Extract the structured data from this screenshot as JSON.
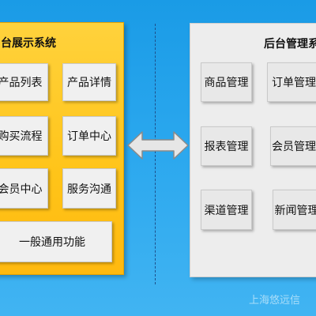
{
  "front_system": {
    "title": "台展示系统",
    "modules": [
      "产品列表",
      "产品详情",
      "购买流程",
      "订单中心",
      "会员中心",
      "服务沟通"
    ],
    "common": "一般通用功能"
  },
  "back_system": {
    "title": "后台管理系",
    "modules": [
      "商品管理",
      "订单管理",
      "报表管理",
      "会员管理",
      "渠道管理",
      "新闻管理"
    ]
  },
  "connector": {
    "type": "bidirectional-arrow"
  },
  "watermark": "上海悠远信",
  "colors": {
    "background": "#2aa7ee",
    "front_panel": "#ffc419",
    "back_panel": "#ededed",
    "module_box": "#eeeeee",
    "arrow_fill": "#e6e6e6",
    "divider": "#1d4f8a"
  }
}
